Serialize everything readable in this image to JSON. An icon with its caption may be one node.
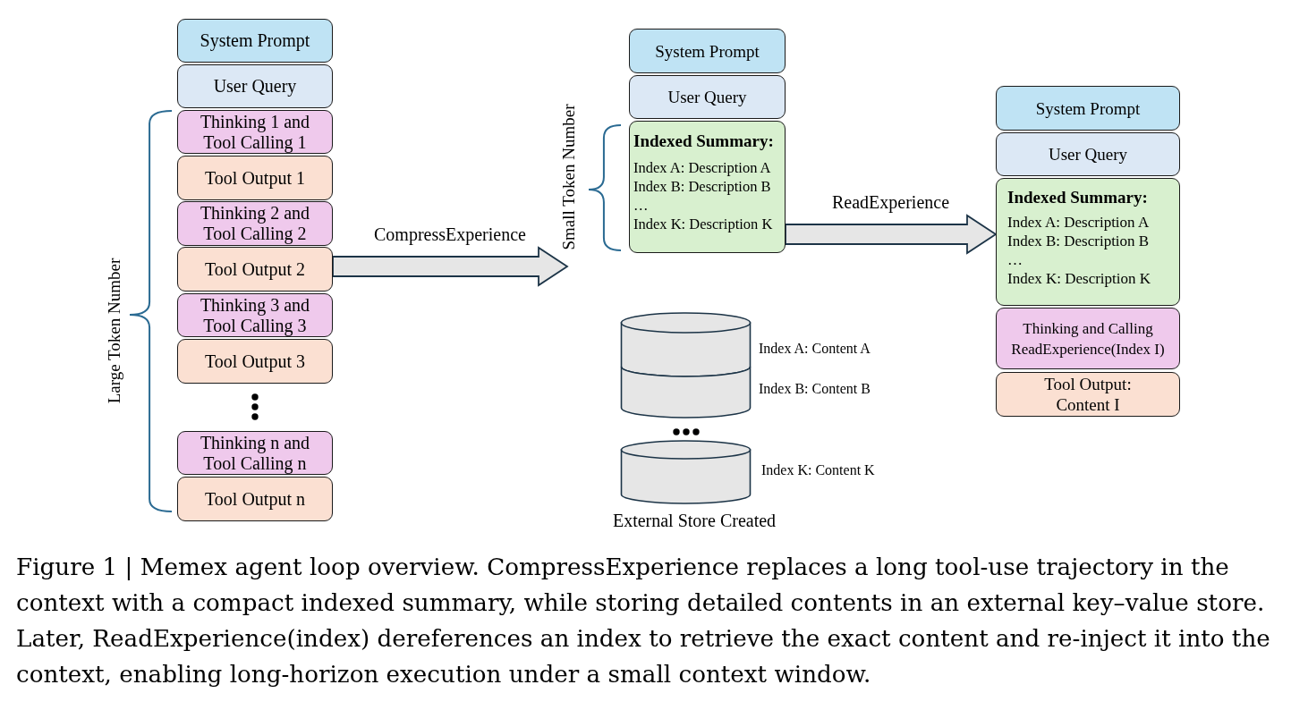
{
  "diagram": {
    "caption": "Figure 1 | Memex agent loop overview. CompressExperience replaces a long tool-use trajectory in the context with a compact indexed summary, while storing detailed contents in an external key–value store. Later, ReadExperience(index) dereferences an index to retrieve the exact content and re-inject it into the context, enabling long-horizon execution under a small context window.",
    "nodes": [
      {
        "text": [
          "System Prompt"
        ]
      },
      {
        "text": [
          "User Query"
        ]
      },
      {
        "text": [
          "Thinking 1 and Tool Calling 1"
        ]
      },
      {
        "text": [
          "Tool Output 1"
        ]
      },
      {
        "text": [
          "Thinking 2 and Tool Calling 2"
        ]
      },
      {
        "text": [
          "Tool Output 2"
        ]
      },
      {
        "text": [
          "Thinking 3 and Tool Calling 3"
        ]
      },
      {
        "text": [
          "Tool Output 3"
        ]
      },
      {
        "text": [
          "Thinking n and Tool Calling n"
        ]
      },
      {
        "text": [
          "Tool Output n"
        ]
      },
      {
        "text": [
          "System Prompt"
        ]
      },
      {
        "text": [
          "User Query"
        ]
      },
      {
        "text": [
          "Indexed Summary:",
          "Index A: Description A",
          "Index B: Description B",
          "…",
          "Index K: Description K"
        ]
      },
      {
        "text": [],
        "shape": "cylinder",
        "beside": [
          "Index A: Content A"
        ]
      },
      {
        "text": [],
        "shape": "cylinder",
        "beside": [
          "Index B: Content B"
        ]
      },
      {
        "text": [],
        "shape": "cylinder",
        "beside": [
          "Index K: Content K"
        ]
      },
      {
        "text": [
          "System Prompt"
        ]
      },
      {
        "text": [
          "User Query"
        ]
      },
      {
        "text": [
          "Indexed Summary:",
          "Index A: Description A",
          "Index B: Description B",
          "…",
          "Index K: Description K"
        ]
      },
      {
        "text": [
          "Thinking and Calling ReadExperience(Index I)"
        ]
      },
      {
        "text": [
          "Tool Output: Content I"
        ]
      }
    ],
    "edges": [
      {
        "from": 5,
        "to": null,
        "arrow": "to",
        "label": "CompressExperience"
      },
      {
        "from": 12,
        "to": 18,
        "arrow": "to",
        "label": "ReadExperience"
      }
    ],
    "labels": [
      "Large Token Number",
      "Small Token Number",
      "External Store Created"
    ]
  }
}
